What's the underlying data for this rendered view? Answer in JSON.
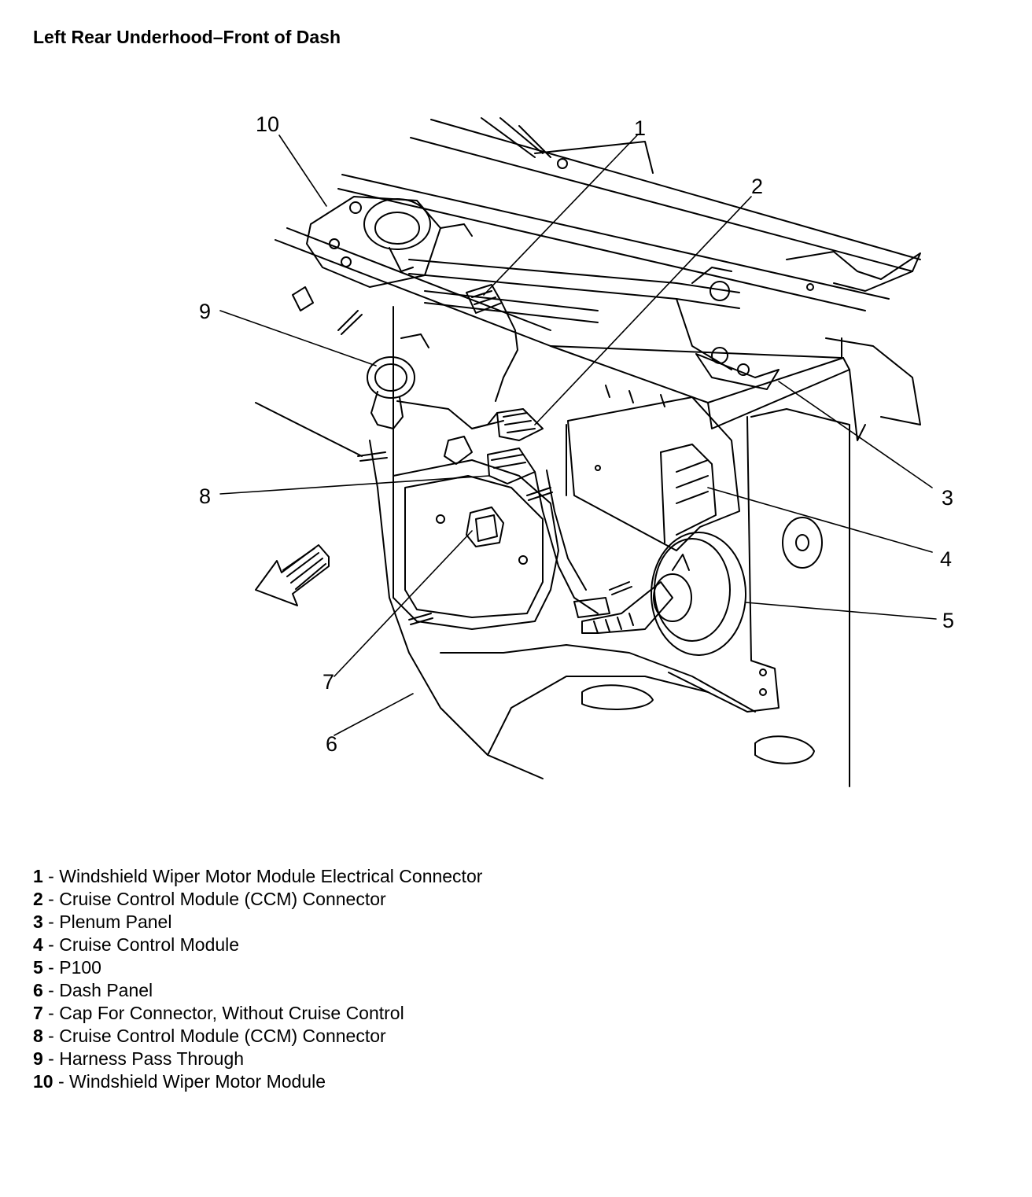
{
  "title": "Left Rear Underhood–Front of Dash",
  "callouts": [
    {
      "number": "1"
    },
    {
      "number": "2"
    },
    {
      "number": "3"
    },
    {
      "number": "4"
    },
    {
      "number": "5"
    },
    {
      "number": "6"
    },
    {
      "number": "7"
    },
    {
      "number": "8"
    },
    {
      "number": "9"
    },
    {
      "number": "10"
    }
  ],
  "legend": [
    {
      "number": "1",
      "sep": " - ",
      "label": "Windshield Wiper Motor Module Electrical Connector"
    },
    {
      "number": "2",
      "sep": " - ",
      "label": "Cruise Control Module (CCM) Connector"
    },
    {
      "number": "3",
      "sep": " - ",
      "label": "Plenum Panel"
    },
    {
      "number": "4",
      "sep": " - ",
      "label": "Cruise Control Module"
    },
    {
      "number": "5",
      "sep": " - ",
      "label": "P100"
    },
    {
      "number": "6",
      "sep": " - ",
      "label": "Dash Panel"
    },
    {
      "number": "7",
      "sep": " - ",
      "label": "Cap For Connector, Without Cruise Control"
    },
    {
      "number": "8",
      "sep": " - ",
      "label": "Cruise Control Module (CCM) Connector"
    },
    {
      "number": "9",
      "sep": " - ",
      "label": "Harness Pass Through"
    },
    {
      "number": "10",
      "sep": " - ",
      "label": "Windshield Wiper Motor Module"
    }
  ]
}
